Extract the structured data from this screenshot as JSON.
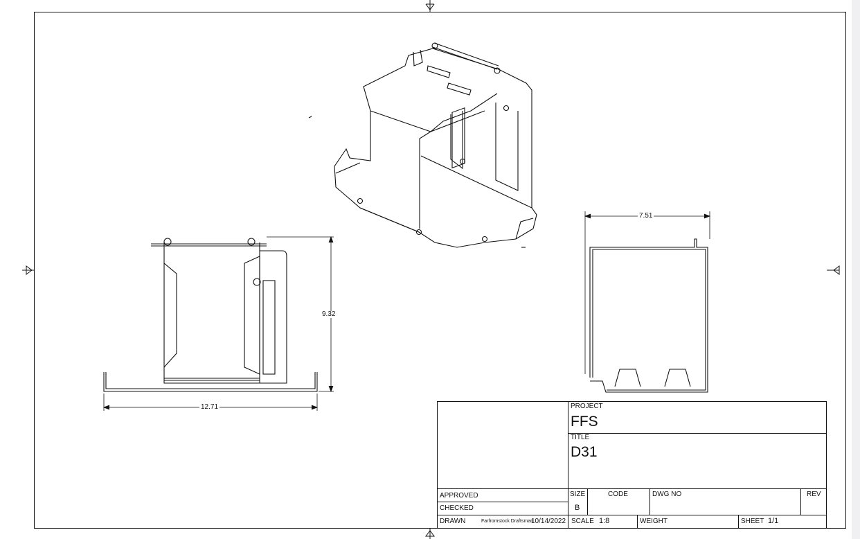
{
  "dimensions": {
    "front_width": "12.71",
    "front_height": "9.32",
    "side_width": "7.51"
  },
  "title_block": {
    "project_label": "PROJECT",
    "project_value": "FFS",
    "title_label": "TITLE",
    "title_value": "D31",
    "approved_label": "APPROVED",
    "checked_label": "CHECKED",
    "drawn_label": "DRAWN",
    "drawn_by": "Farfromstock Draftsman",
    "drawn_date": "10/14/2022",
    "size_label": "SIZE",
    "size_value": "B",
    "code_label": "CODE",
    "dwg_no_label": "DWG NO",
    "rev_label": "REV",
    "scale_label": "SCALE",
    "scale_value": "1:8",
    "weight_label": "WEIGHT",
    "sheet_label": "SHEET",
    "sheet_value": "1/1"
  }
}
